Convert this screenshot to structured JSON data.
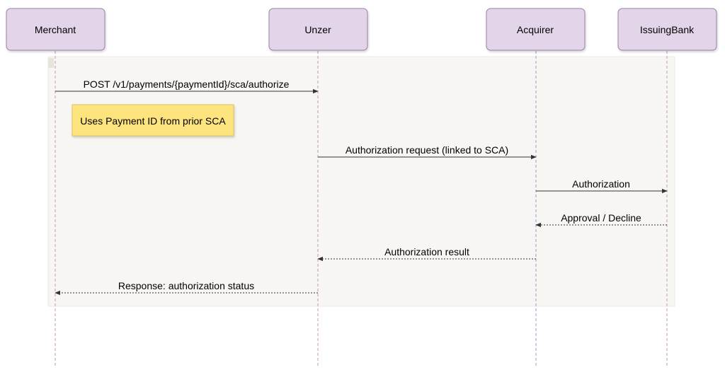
{
  "participants": [
    {
      "id": "merchant",
      "label": "Merchant"
    },
    {
      "id": "unzer",
      "label": "Unzer"
    },
    {
      "id": "acquirer",
      "label": "Acquirer"
    },
    {
      "id": "issuing-bank",
      "label": "IssuingBank"
    }
  ],
  "messages": [
    {
      "id": "post-authorize",
      "label": "POST /v1/payments/{paymentId}/sca/authorize",
      "from": "merchant",
      "to": "unzer",
      "style": "solid"
    },
    {
      "id": "authorization-request",
      "label": "Authorization request (linked to SCA)",
      "from": "unzer",
      "to": "acquirer",
      "style": "solid"
    },
    {
      "id": "authorization",
      "label": "Authorization",
      "from": "acquirer",
      "to": "issuing-bank",
      "style": "solid"
    },
    {
      "id": "approval-decline",
      "label": "Approval / Decline",
      "from": "issuing-bank",
      "to": "acquirer",
      "style": "dotted"
    },
    {
      "id": "authorization-result",
      "label": "Authorization result",
      "from": "acquirer",
      "to": "unzer",
      "style": "dotted"
    },
    {
      "id": "response-status",
      "label": "Response: authorization status",
      "from": "unzer",
      "to": "merchant",
      "style": "dotted"
    }
  ],
  "note": {
    "text": "Uses Payment ID from prior SCA",
    "over": "merchant"
  },
  "colors": {
    "participant_fill": "#e3d5e9",
    "participant_stroke": "#9a82a6",
    "lifeline_merchant": "#c29ab8",
    "lifeline_unzer": "#c29ab8",
    "lifeline_acquirer": "#9a9ad6",
    "lifeline_issuing_bank": "#c29ab8",
    "group_fill": "#f7f6f2",
    "group_stroke": "#ecebe5",
    "note_fill": "#fde47f",
    "note_stroke": "#e3c25c",
    "arrow": "#333333"
  }
}
